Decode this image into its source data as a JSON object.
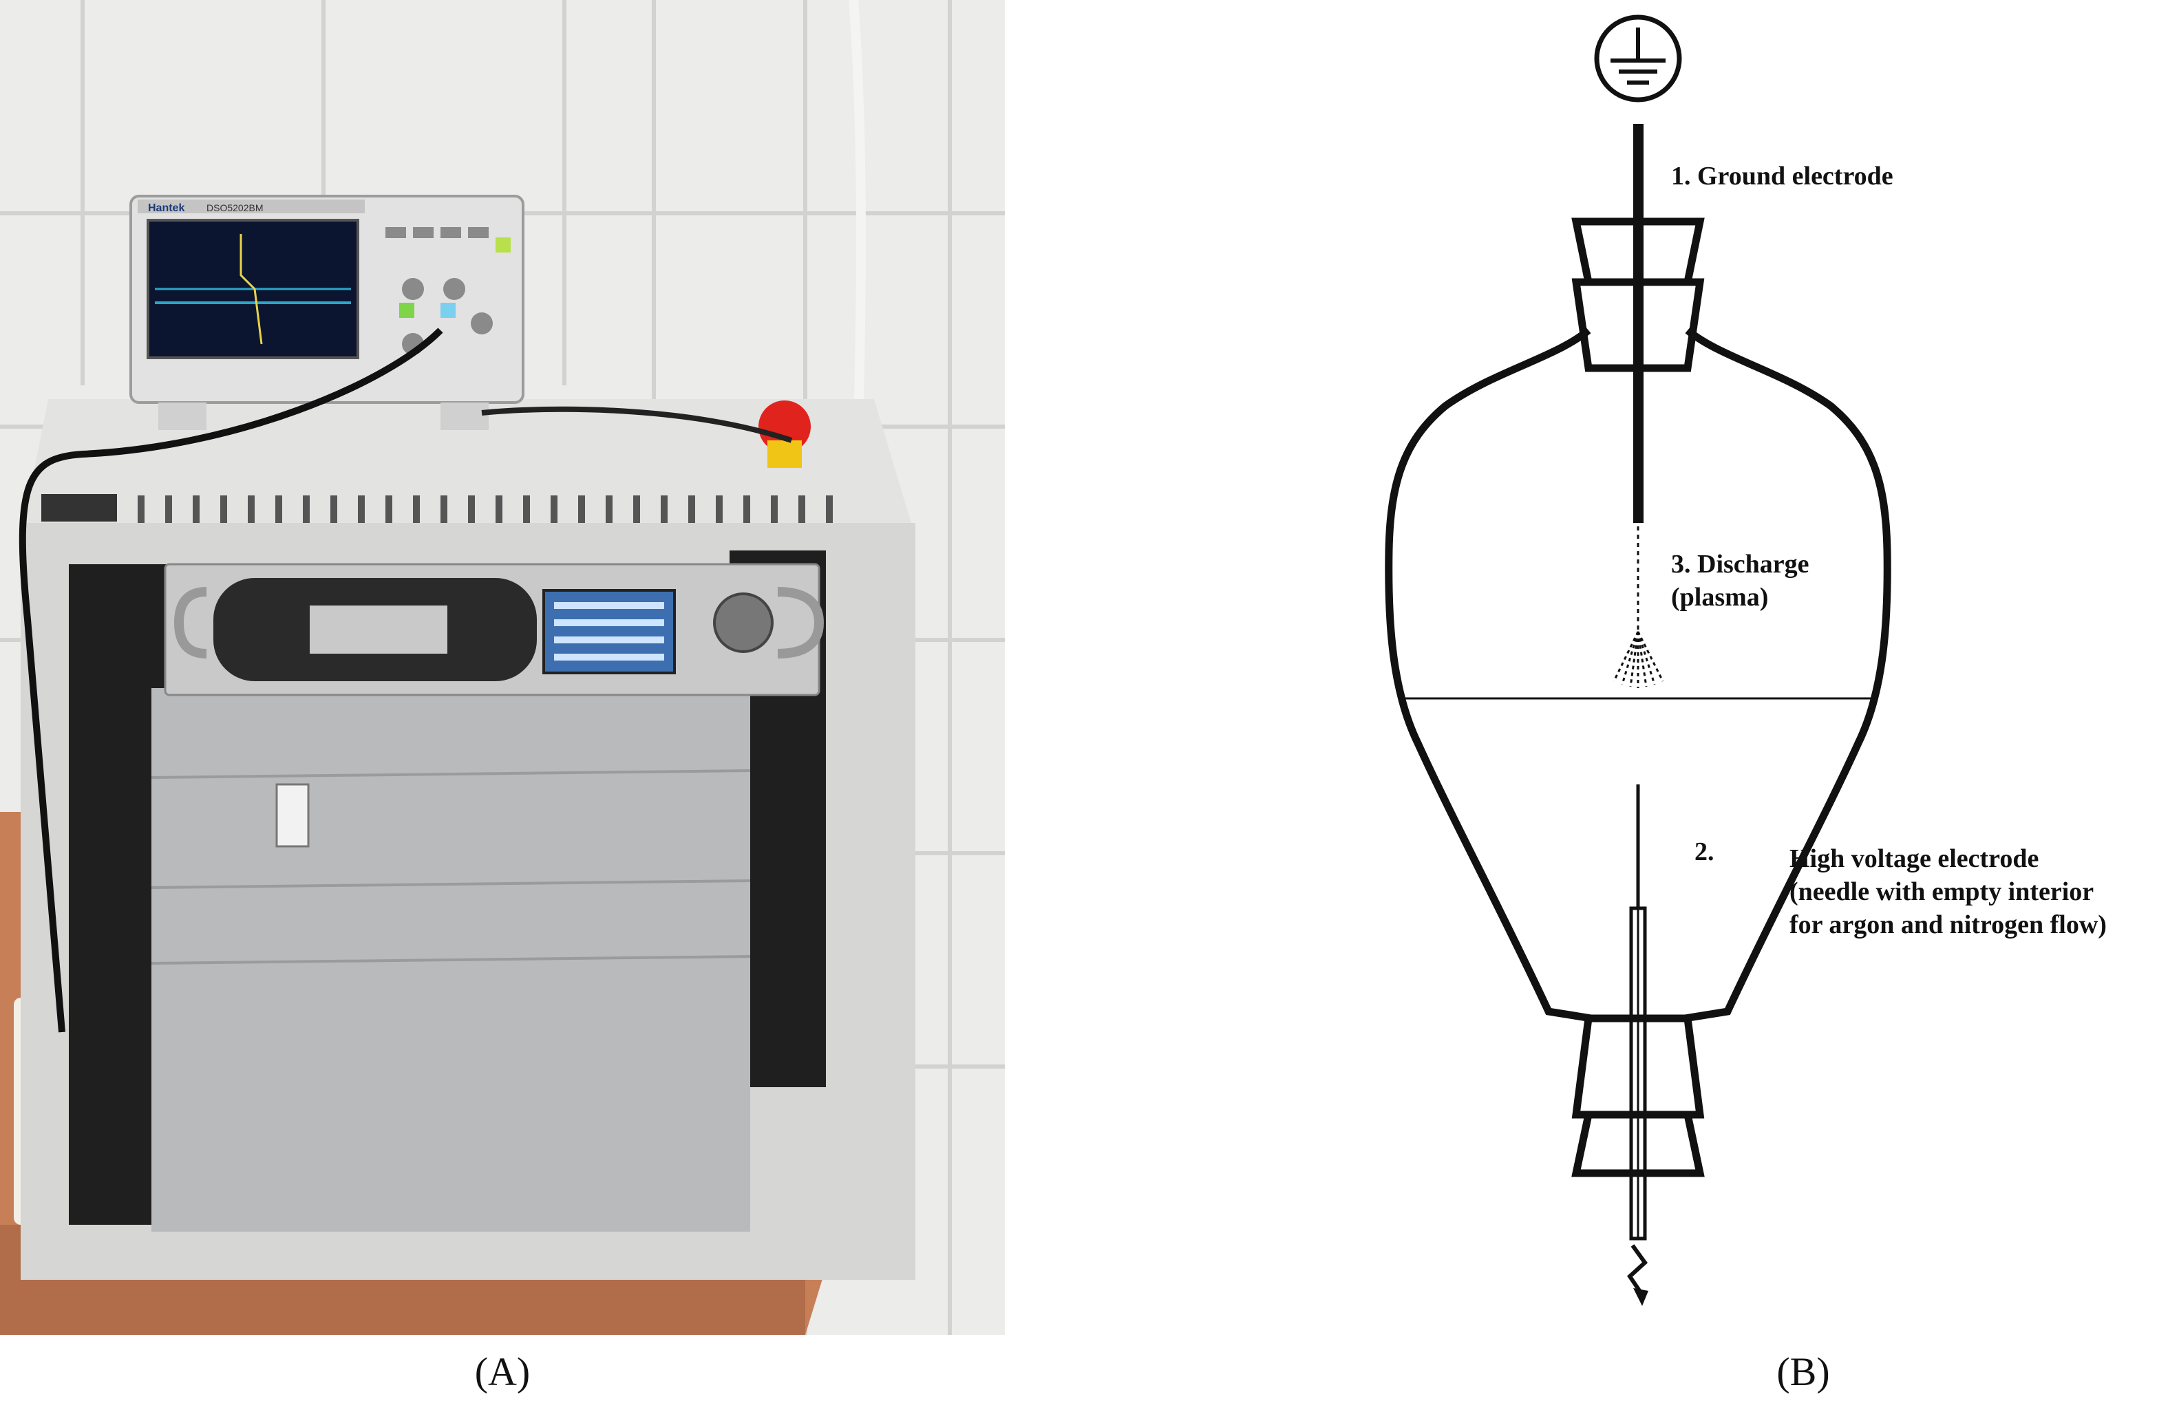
{
  "panel_a": {
    "caption": "(A)",
    "oscilloscope": {
      "brand": "Hantek",
      "model": "DSO5202BM"
    }
  },
  "panel_b": {
    "caption": "(B)",
    "labels": {
      "ground_electrode": "1. Ground electrode",
      "discharge_line1": "3. Discharge",
      "discharge_line2": "(plasma)",
      "hv_number": "2.",
      "hv_line1": "High voltage electrode",
      "hv_line2": "(needle with empty interior",
      "hv_line3": "for argon and nitrogen flow)"
    },
    "icons": {
      "top": "ground-symbol-icon",
      "bottom": "high-voltage-arrow-icon"
    }
  },
  "colors": {
    "tile_wall": "#e9e9e6",
    "cabinet": "#d8d8d6",
    "panel_metal": "#b9babb",
    "table": "#c9805a",
    "line": "#111111"
  }
}
